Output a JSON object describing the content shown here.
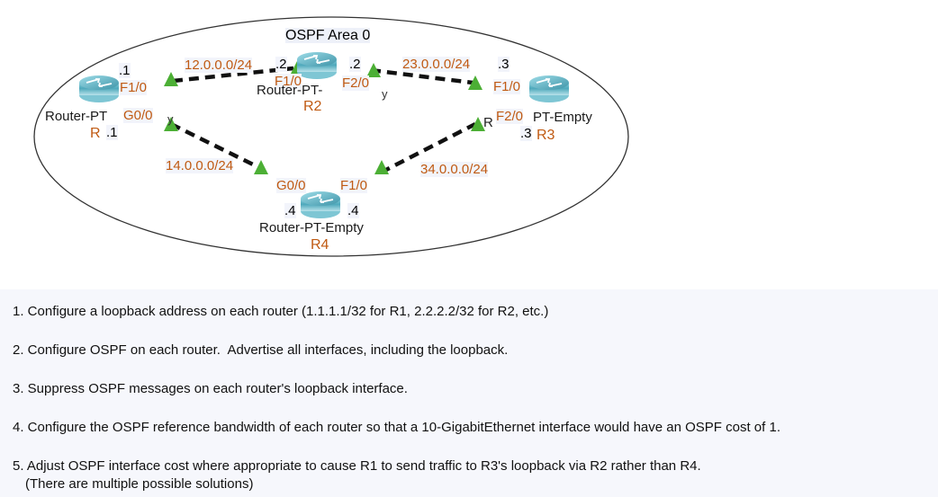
{
  "diagram": {
    "area_title": "OSPF Area 0",
    "routers": [
      {
        "id": "r1",
        "device_label": "Router-PT",
        "name": "R"
      },
      {
        "id": "r2",
        "device_label": "Router-PT-",
        "name": "R2"
      },
      {
        "id": "r3",
        "device_label": "PT-Empty",
        "name": "R3"
      },
      {
        "id": "r4",
        "device_label": "Router-PT-Empty",
        "name": "R4"
      }
    ],
    "networks": {
      "r1_r2": "12.0.0.0/24",
      "r2_r3": "23.0.0.0/24",
      "r1_r4": "14.0.0.0/24",
      "r4_r3": "34.0.0.0/24"
    },
    "interfaces": {
      "r1_f1_0": "F1/0",
      "r1_g0_0": "G0/0",
      "r2_f1_0": "F1/0",
      "r2_f2_0": "F2/0",
      "r3_f1_0": "F1/0",
      "r3_f2_0": "F2/0",
      "r4_g0_0": "G0/0",
      "r4_f1_0": "F1/0"
    },
    "octets": {
      "r1_top": ".1",
      "r1_bottom": ".1",
      "r2_left": ".2",
      "r2_right": ".2",
      "r3_top": ".3",
      "r3_bottom": ".3",
      "r4_left": ".4",
      "r4_right": ".4"
    },
    "stray_marks": {
      "r1_y": "y",
      "r2_y": "y",
      "r3_r": "R"
    }
  },
  "instructions": [
    "1. Configure a loopback address on each router (1.1.1.1/32 for R1, 2.2.2.2/32 for R2, etc.)",
    "2. Configure OSPF on each router.  Advertise all interfaces, including the loopback.",
    "3. Suppress OSPF messages on each router's loopback interface.",
    "4. Configure the OSPF reference bandwidth of each router so that a 10-GigabitEthernet interface would have an OSPF cost of 1.",
    "5. Adjust OSPF interface cost where appropriate to cause R1 to send traffic to R3's loopback via R2 rather than R4."
  ],
  "instruction_subnote": "(There are multiple possible solutions)",
  "colors": {
    "panel_bg": "#f6f7fc",
    "label_bg": "#f2f4fb",
    "network_text": "#c05a12",
    "link": "#111111",
    "connector": "#4caf35",
    "ellipse": "#333333"
  }
}
